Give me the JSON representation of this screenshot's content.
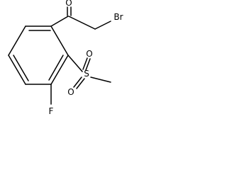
{
  "structure": {
    "atoms": {
      "bromine": "Br",
      "carbonyl_oxygen": "O",
      "fluorine": "F",
      "sulfur": "S",
      "sulfonyl_oxygen_upper": "O",
      "sulfonyl_oxygen_lower": "O"
    }
  },
  "colors": {
    "ink": "#000000",
    "background": "#ffffff"
  }
}
